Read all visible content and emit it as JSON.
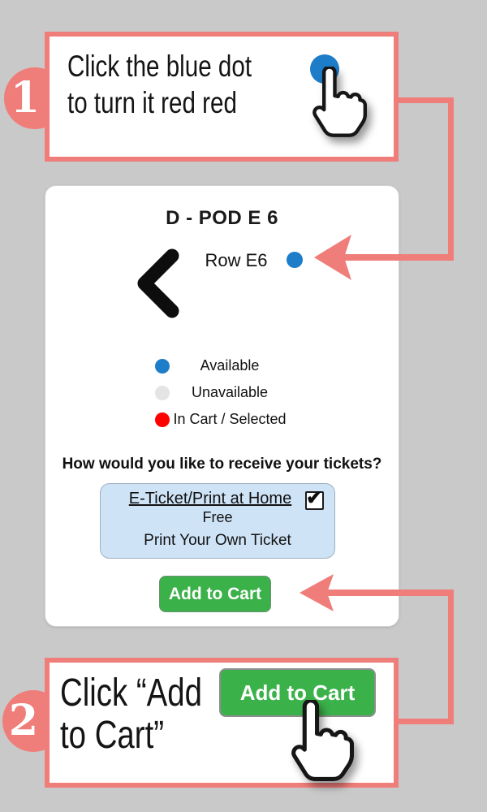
{
  "background_color": "#c9c9c9",
  "accent_color": "#ef7d79",
  "step1": {
    "badge": "1",
    "line1": "Click the blue dot",
    "line2": "to turn it red red"
  },
  "seat_card": {
    "title": "D - POD E 6",
    "row_label": "Row E6",
    "seat_dot_color": "#1e7dc8",
    "legend": [
      {
        "label": "Available",
        "color": "#1e7dc8"
      },
      {
        "label": "Unavailable",
        "color": "#e4e4e4"
      },
      {
        "label": "In Cart / Selected",
        "color": "#fe0000"
      }
    ],
    "delivery_question": "How would you like to receive your tickets?",
    "delivery_option": {
      "name": "E-Ticket/Print at Home",
      "price": "Free",
      "note": "Print Your Own Ticket",
      "checked": true
    },
    "add_to_cart": "Add to Cart"
  },
  "step2": {
    "badge": "2",
    "line1": "Click “Add",
    "line2": "to Cart”",
    "button_label": "Add to Cart"
  }
}
